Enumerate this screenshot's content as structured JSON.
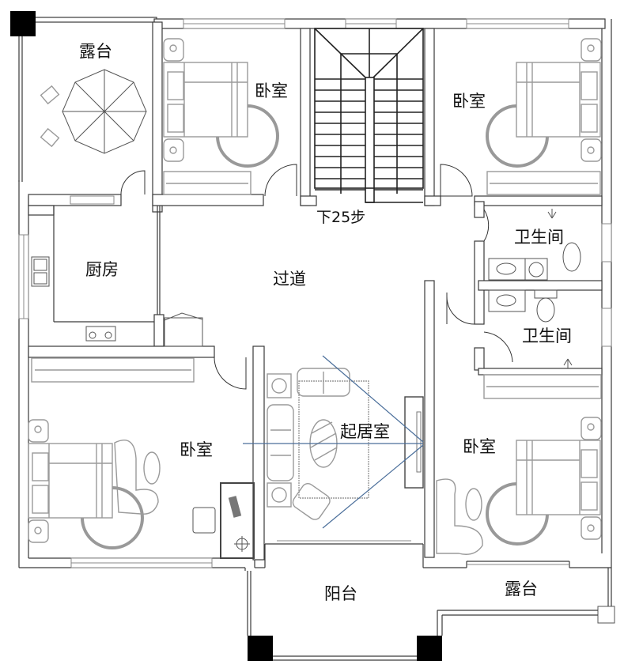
{
  "plan": {
    "rooms": {
      "terrace_top_left": "露台",
      "bedroom_top_left": "卧室",
      "bedroom_top_right": "卧室",
      "stairs_label": "下25步",
      "kitchen": "厨房",
      "corridor": "过道",
      "bathroom_upper": "卫生间",
      "bathroom_lower": "卫生间",
      "bedroom_bottom_left": "卧室",
      "living_room": "起居室",
      "bedroom_bottom_right": "卧室",
      "balcony": "阳台",
      "terrace_bottom_right": "露台"
    },
    "colors": {
      "wall": "#3a3a3a",
      "furniture": "#9a9a9a",
      "column": "#000000",
      "tv_sightline": "#4a6e9a"
    }
  }
}
